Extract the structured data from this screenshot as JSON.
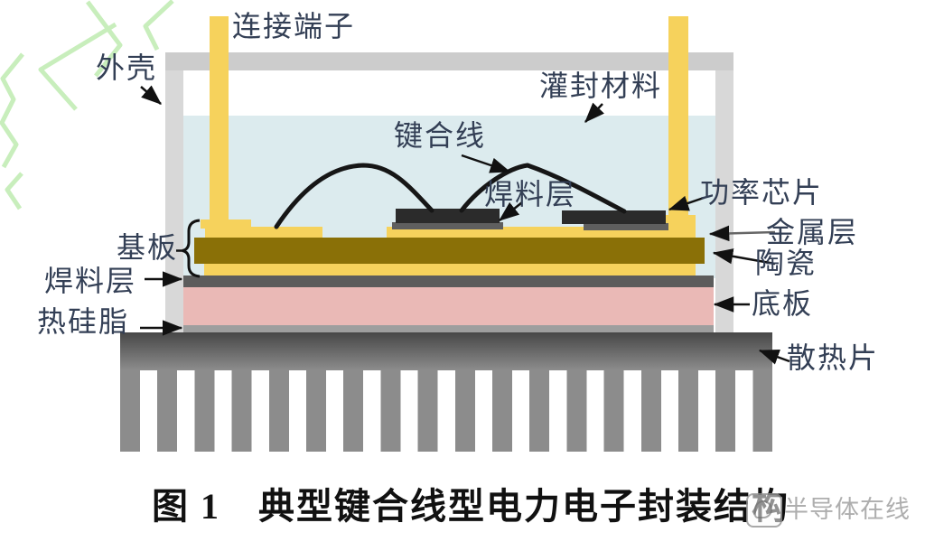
{
  "figure": {
    "caption_prefix": "图 1",
    "caption_title": "典型键合线型电力电子封装结构",
    "watermark_text": "半导体在线"
  },
  "labels": {
    "terminal": "连接端子",
    "housing": "外壳",
    "potting": "灌封材料",
    "bond_wire": "键合线",
    "solder_upper": "焊料层",
    "power_chip": "功率芯片",
    "substrate": "基板",
    "metal_layer": "金属层",
    "ceramic": "陶瓷",
    "solder_lower": "焊料层",
    "baseplate": "底板",
    "thermal_grease": "热硅脂",
    "heatsink": "散热片"
  },
  "colors": {
    "terminal_yellow": "#f6d25c",
    "ceramic_olive": "#8a7007",
    "potting_blue": "#dcebee",
    "baseplate_pink": "#eab9b6",
    "housing_gray": "#cccccc",
    "heatsink_gray": "#8c8c8c",
    "chip_black": "#2b2b2b",
    "solder_gray": "#5c5c5c",
    "label_color": "#333f55",
    "watermark_green": "#c8eebc"
  }
}
